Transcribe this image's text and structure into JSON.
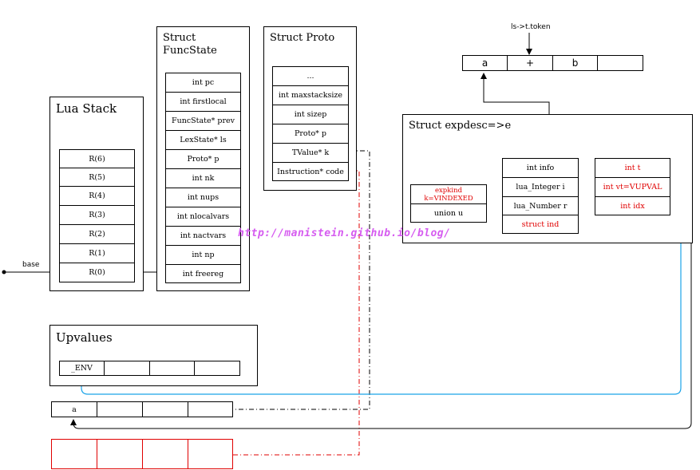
{
  "token_label": "ls->t.token",
  "token_cells": [
    "a",
    "+",
    "b",
    ""
  ],
  "lua_stack": {
    "title": "Lua Stack",
    "rows": [
      "R(6)",
      "R(5)",
      "R(4)",
      "R(3)",
      "R(2)",
      "R(1)",
      "R(0)"
    ],
    "base_label": "base"
  },
  "funcstate": {
    "title": "Struct\nFuncState",
    "fields": [
      "int pc",
      "int firstlocal",
      "FuncState* prev",
      "LexState* ls",
      "Proto* p",
      "int nk",
      "int nups",
      "int nlocalvars",
      "int nactvars",
      "int np",
      "int freereg"
    ]
  },
  "proto": {
    "title": "Struct Proto",
    "fields": [
      "...",
      "int maxstacksize",
      "int sizep",
      "Proto* p",
      "TValue* k",
      "Instruction* code"
    ]
  },
  "expdesc": {
    "title": "Struct expdesc=>e",
    "kind": "expkind\nk=VINDEXED",
    "union": "union u",
    "u_fields": [
      "int info",
      "lua_Integer i",
      "lua_Number r",
      "struct ind"
    ],
    "ind_fields": [
      "int t",
      "int vt=VUPVAL",
      "int idx"
    ]
  },
  "upvalues": {
    "title": "Upvalues",
    "cells": [
      "_ENV",
      "",
      "",
      ""
    ]
  },
  "k_array": [
    "a",
    "",
    "",
    ""
  ],
  "code_array": [
    "",
    "",
    "",
    ""
  ],
  "watermark": "http://manistein.github.io/blog/",
  "colors": {
    "red": "#e00000",
    "blue": "#1aa3e8",
    "watermark": "#d65cf0"
  }
}
